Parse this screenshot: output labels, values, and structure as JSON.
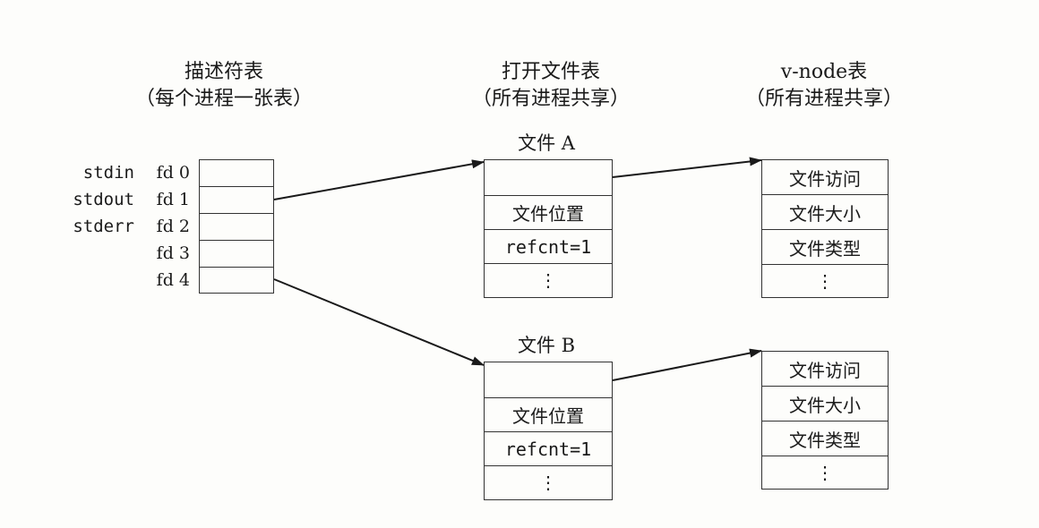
{
  "headers": {
    "descriptor": {
      "title": "描述符表",
      "subtitle": "（每个进程一张表）"
    },
    "open_file": {
      "title": "打开文件表",
      "subtitle": "（所有进程共享）"
    },
    "vnode": {
      "title": "v-node表",
      "subtitle": "（所有进程共享）"
    }
  },
  "descriptor_table": {
    "rows": [
      {
        "std": "stdin",
        "fd": "fd 0"
      },
      {
        "std": "stdout",
        "fd": "fd 1"
      },
      {
        "std": "stderr",
        "fd": "fd 2"
      },
      {
        "std": "",
        "fd": "fd 3"
      },
      {
        "std": "",
        "fd": "fd 4"
      }
    ]
  },
  "file_a": {
    "caption": "文件 A",
    "cells": [
      "",
      "文件位置",
      "refcnt=1",
      "⋮"
    ]
  },
  "file_b": {
    "caption": "文件 B",
    "cells": [
      "",
      "文件位置",
      "refcnt=1",
      "⋮"
    ]
  },
  "vnode_a": {
    "cells": [
      "文件访问",
      "文件大小",
      "文件类型",
      "⋮"
    ]
  },
  "vnode_b": {
    "cells": [
      "文件访问",
      "文件大小",
      "文件类型",
      "⋮"
    ]
  }
}
